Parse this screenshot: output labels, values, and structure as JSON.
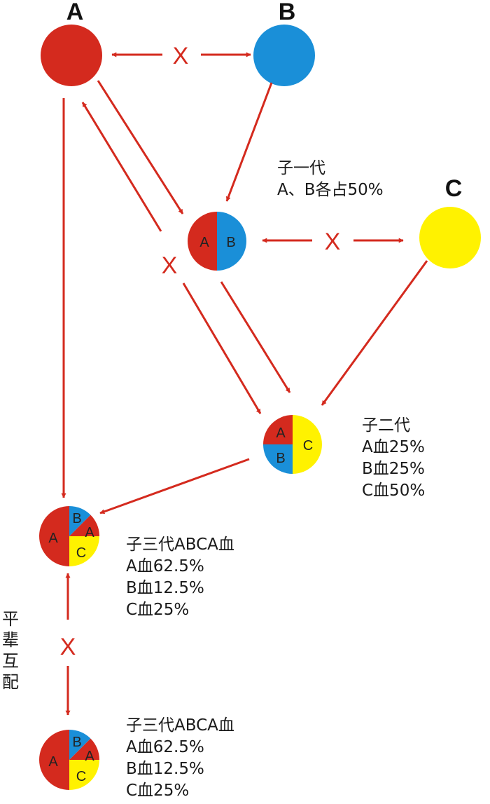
{
  "colors": {
    "A": "#d42a1e",
    "B": "#1a8fd8",
    "C": "#fff200",
    "arrow": "#d42a1e"
  },
  "parents": {
    "A": "A",
    "B": "B",
    "C": "C"
  },
  "cross_mark": "X",
  "f1": {
    "title": "子一代",
    "desc": "A、B各占50%",
    "seg_a": "A",
    "seg_b": "B"
  },
  "f2": {
    "title": "子二代",
    "lines": [
      "A血25%",
      "B血25%",
      "C血50%"
    ],
    "seg_a": "A",
    "seg_b": "B",
    "seg_c": "C"
  },
  "f3a": {
    "title": "子三代ABCA血",
    "lines": [
      "A血62.5%",
      "B血12.5%",
      "C血25%"
    ],
    "segs": [
      "A",
      "B",
      "A",
      "C"
    ]
  },
  "f3b": {
    "title": "子三代ABCA血",
    "lines": [
      "A血62.5%",
      "B血12.5%",
      "C血25%"
    ],
    "segs": [
      "A",
      "B",
      "A",
      "C"
    ]
  },
  "side_note": "平辈互配"
}
